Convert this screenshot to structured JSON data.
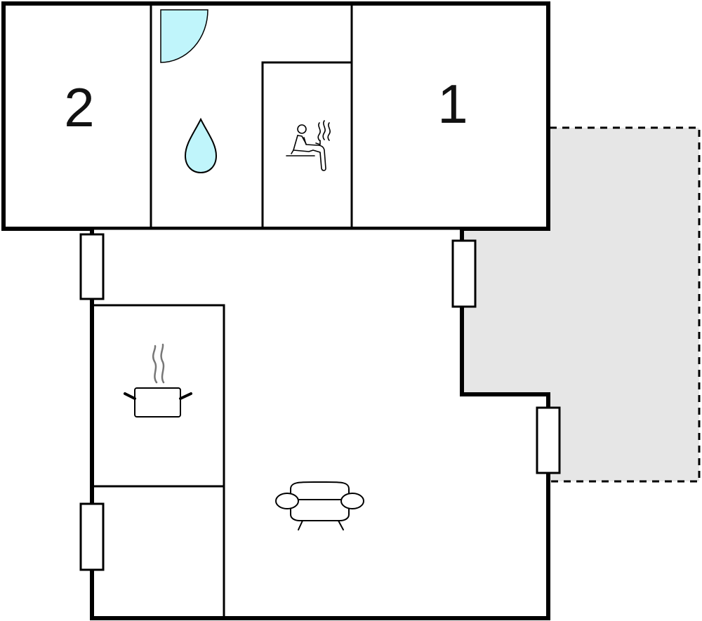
{
  "rooms": {
    "bedroom_left": {
      "number": "2"
    },
    "bedroom_right": {
      "number": "1"
    }
  },
  "icons": {
    "bathroom": "water-drop-icon",
    "shower": "shower-icon",
    "sauna": "sauna-icon",
    "kitchen": "cooking-pot-icon",
    "living_room": "armchair-icon",
    "terrace": "terrace-area",
    "windows": "window-icon"
  },
  "colors": {
    "walls": "#000000",
    "water": "#c0f5fb",
    "terrace": "#e6e6e6",
    "background": "#ffffff"
  }
}
